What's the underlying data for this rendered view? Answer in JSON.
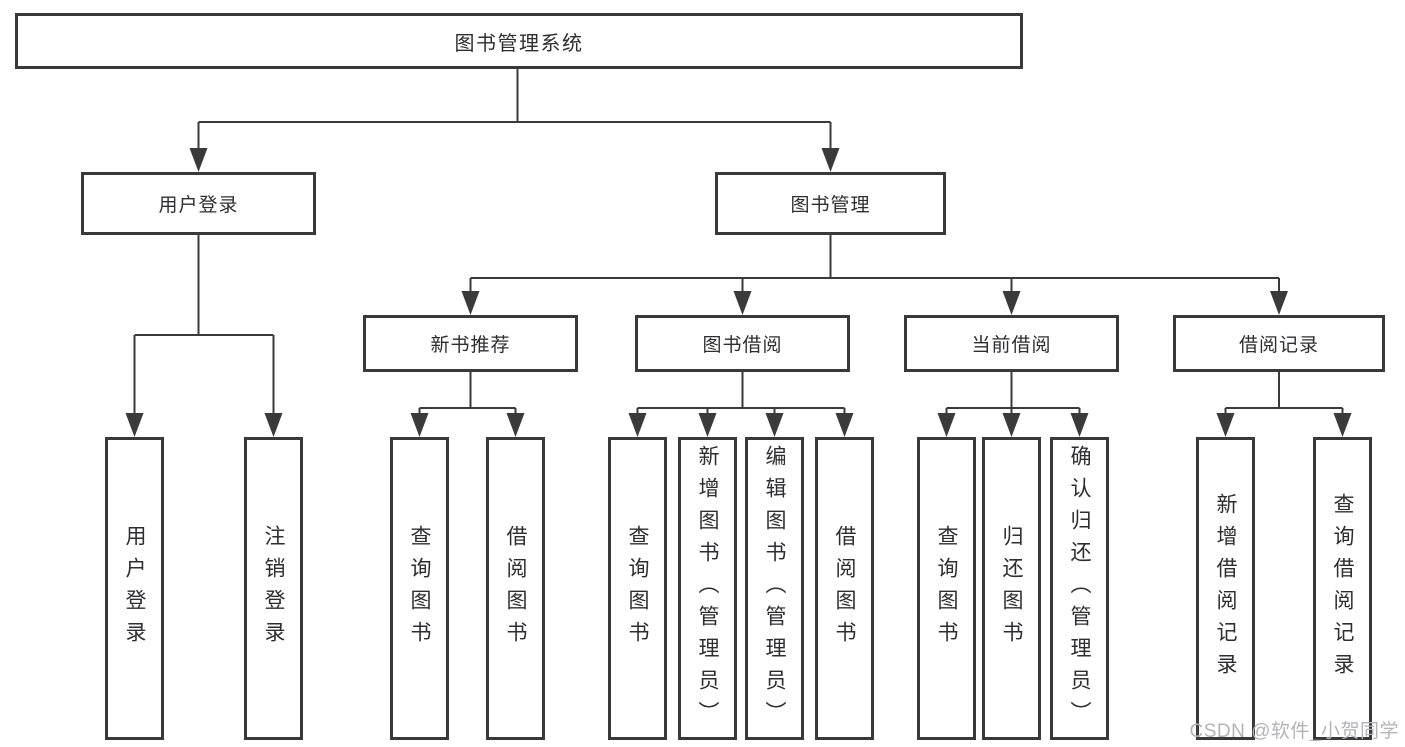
{
  "diagram": {
    "root": {
      "label": "图书管理系统"
    },
    "branches": [
      {
        "label": "用户登录",
        "children": [
          {
            "label": "用户登录"
          },
          {
            "label": "注销登录"
          }
        ]
      },
      {
        "label": "图书管理",
        "children": [
          {
            "label": "新书推荐",
            "children": [
              {
                "label": "查询图书"
              },
              {
                "label": "借阅图书"
              }
            ]
          },
          {
            "label": "图书借阅",
            "children": [
              {
                "label": "查询图书"
              },
              {
                "label": "新增图书（管理员）"
              },
              {
                "label": "编辑图书（管理员）"
              },
              {
                "label": "借阅图书"
              }
            ]
          },
          {
            "label": "当前借阅",
            "children": [
              {
                "label": "查询图书"
              },
              {
                "label": "归还图书"
              },
              {
                "label": "确认归还（管理员）"
              }
            ]
          },
          {
            "label": "借阅记录",
            "children": [
              {
                "label": "新增借阅记录"
              },
              {
                "label": "查询借阅记录"
              }
            ]
          }
        ]
      }
    ],
    "colors": {
      "line": "#3a3a3a",
      "text": "#2e2e30",
      "background": "#ffffff"
    }
  },
  "watermark": {
    "text": "CSDN @软件_小贺同学"
  }
}
